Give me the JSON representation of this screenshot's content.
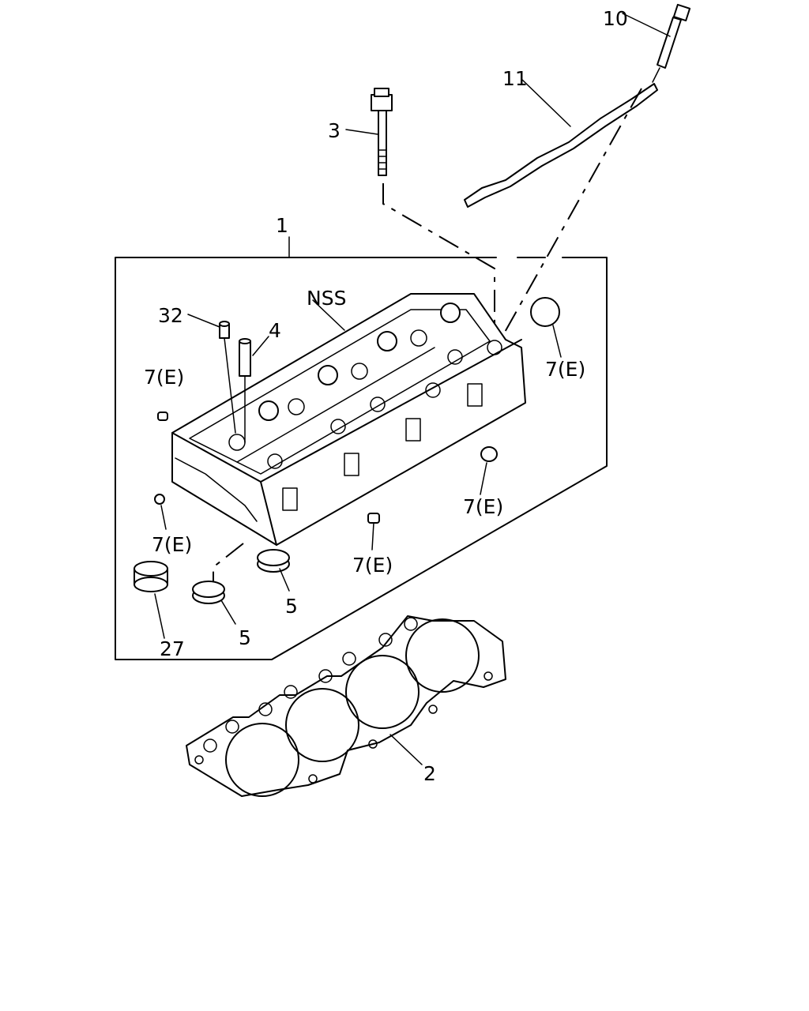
{
  "diagram": {
    "callouts": {
      "c10": "10",
      "c11": "11",
      "c3": "3",
      "c1": "1",
      "c_nss": "NSS",
      "c32": "32",
      "c4": "4",
      "c7e_top_left": "7(E)",
      "c7e_right": "7(E)",
      "c7e_mid_right": "7(E)",
      "c7e_left": "7(E)",
      "c7e_center": "7(E)",
      "c5_right": "5",
      "c5_left": "5",
      "c27": "27",
      "c2": "2"
    }
  }
}
